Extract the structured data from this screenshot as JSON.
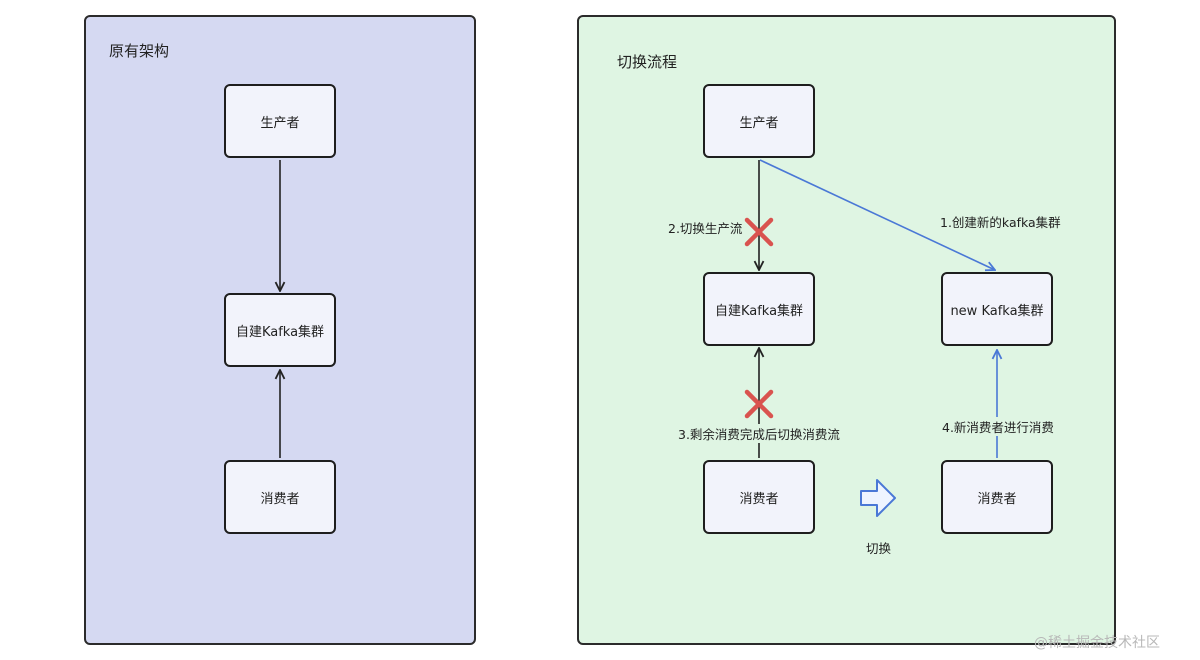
{
  "left_panel": {
    "title": "原有架构",
    "nodes": {
      "producer": "生产者",
      "cluster": "自建Kafka集群",
      "consumer": "消费者"
    }
  },
  "right_panel": {
    "title": "切换流程",
    "nodes": {
      "producer": "生产者",
      "old_cluster": "自建Kafka集群",
      "new_cluster": "new Kafka集群",
      "old_consumer": "消费者",
      "new_consumer": "消费者"
    },
    "steps": {
      "step1": "1.创建新的kafka集群",
      "step2": "2.切换生产流",
      "step3": "3.剩余消费完成后切换消费流",
      "step4": "4.新消费者进行消费"
    },
    "switch_label": "切换"
  },
  "colors": {
    "left_bg": "#d5d9f2",
    "right_bg": "#dff5e3",
    "blue_arrow": "#4a78d6",
    "red_cross": "#d9534f"
  },
  "watermark": "@稀土掘金技术社区"
}
